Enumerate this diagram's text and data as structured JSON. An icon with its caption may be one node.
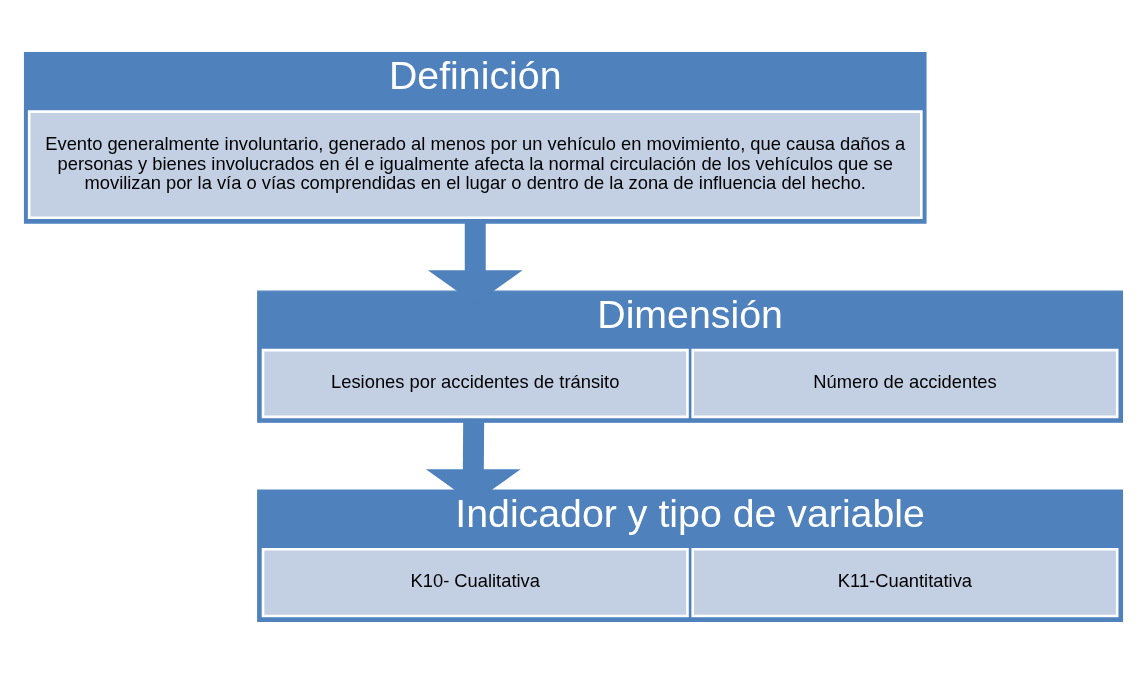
{
  "diagram": {
    "nodes": [
      {
        "text": [
          "Definición"
        ]
      },
      {
        "text": [
          "Evento generalmente involuntario, generado al menos por un vehículo en movimiento, que causa daños a personas y bienes involucrados en él e igualmente afecta la normal circulación de los vehículos que se movilizan por la vía o vías comprendidas en el lugar o dentro de la zona de influencia del hecho."
        ],
        "in": 0
      },
      {
        "text": [
          "Dimensión"
        ]
      },
      {
        "text": [
          "Lesiones por accidentes de tránsito"
        ],
        "in": 2
      },
      {
        "text": [
          "Número de accidentes"
        ],
        "in": 2
      },
      {
        "text": [
          "Indicador y tipo de variable"
        ]
      },
      {
        "text": [
          "K10- Cualitativa"
        ],
        "in": 5
      },
      {
        "text": [
          "K11-Cuantitativa"
        ],
        "in": 5
      }
    ],
    "edges": [
      {
        "from": 0,
        "to": 2,
        "arrow": "to"
      },
      {
        "from": 2,
        "to": 5,
        "arrow": "to"
      }
    ]
  }
}
